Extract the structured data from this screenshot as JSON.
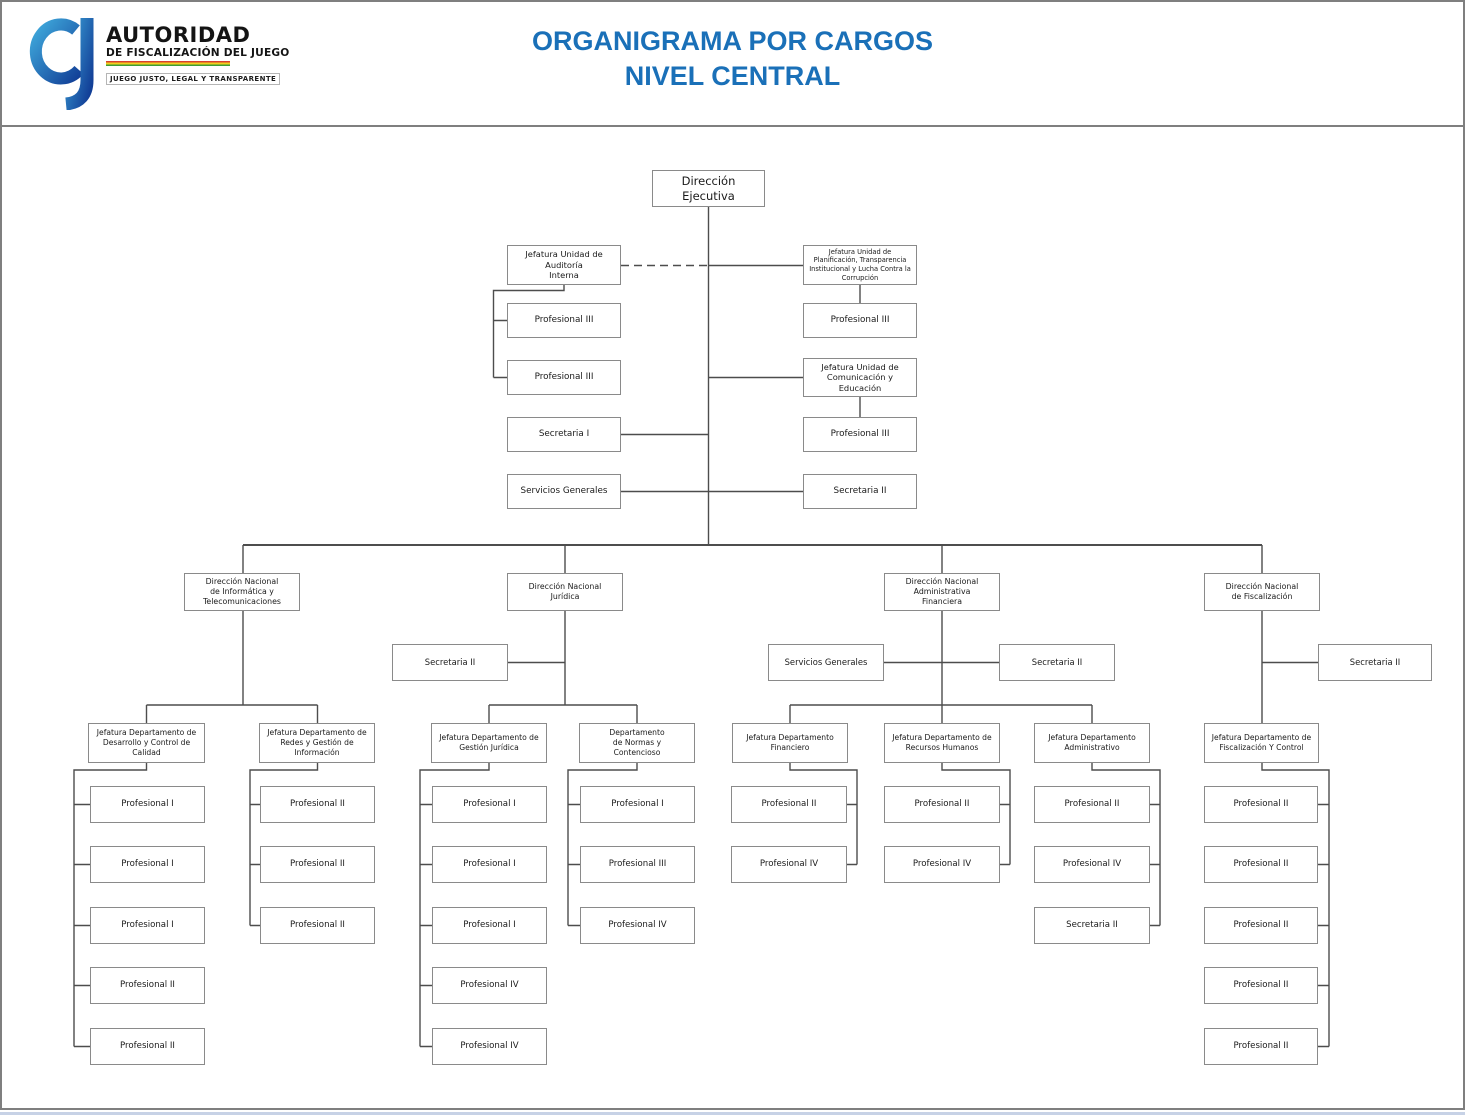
{
  "header": {
    "logo": {
      "monogram": "AJ",
      "name_line1": "AUTORIDAD",
      "name_line2": "DE FISCALIZACIÓN DEL JUEGO",
      "tagline": "JUEGO JUSTO, LEGAL Y TRANSPARENTE"
    },
    "title": {
      "line1": "ORGANIGRAMA POR CARGOS",
      "line2": "NIVEL CENTRAL",
      "color": "#1a70b8"
    }
  },
  "org": {
    "root": {
      "label": "Dirección\nEjecutiva"
    },
    "audit": {
      "head": "Jefatura Unidad de\nAuditoría\nInterna",
      "positions": [
        "Profesional III",
        "Profesional III"
      ]
    },
    "planning": {
      "head": "Jefatura Unidad de\nPlanificación, Transparencia\nInstitucional y Lucha Contra la\nCorrupción",
      "positions": [
        "Profesional III"
      ]
    },
    "communication": {
      "head": "Jefatura Unidad de\nComunicación y\nEducación",
      "positions": [
        "Profesional III"
      ]
    },
    "exec_support": [
      "Secretaria I",
      "Servicios Generales",
      "Secretaria II"
    ],
    "directions": [
      {
        "label": "Dirección Nacional\nde Informática y\nTelecomunicaciones",
        "support": [],
        "departments": [
          {
            "head": "Jefatura Departamento de\nDesarrollo y Control de\nCalidad",
            "positions": [
              "Profesional I",
              "Profesional I",
              "Profesional I",
              "Profesional II",
              "Profesional II"
            ]
          },
          {
            "head": "Jefatura Departamento de\nRedes y Gestión de\nInformación",
            "positions": [
              "Profesional II",
              "Profesional II",
              "Profesional II"
            ]
          }
        ]
      },
      {
        "label": "Dirección Nacional\nJurídica",
        "support": [
          "Secretaria II"
        ],
        "departments": [
          {
            "head": "Jefatura Departamento de\nGestión Jurídica",
            "positions": [
              "Profesional I",
              "Profesional I",
              "Profesional I",
              "Profesional IV",
              "Profesional IV"
            ]
          },
          {
            "head": "Departamento\nde Normas y\nContencioso",
            "positions": [
              "Profesional I",
              "Profesional III",
              "Profesional IV"
            ]
          }
        ]
      },
      {
        "label": "Dirección Nacional\nAdministrativa\nFinanciera",
        "support": [
          "Servicios Generales",
          "Secretaria II"
        ],
        "departments": [
          {
            "head": "Jefatura Departamento\nFinanciero",
            "positions": [
              "Profesional II",
              "Profesional IV"
            ]
          },
          {
            "head": "Jefatura Departamento de\nRecursos Humanos",
            "positions": [
              "Profesional II",
              "Profesional IV"
            ]
          },
          {
            "head": "Jefatura Departamento\nAdministrativo",
            "positions": [
              "Profesional II",
              "Profesional IV",
              "Secretaria II"
            ]
          }
        ]
      },
      {
        "label": "Dirección Nacional\nde Fiscalización",
        "support": [
          "Secretaria II"
        ],
        "departments": [
          {
            "head": "Jefatura Departamento de\nFiscalización Y Control",
            "positions": [
              "Profesional II",
              "Profesional II",
              "Profesional II",
              "Profesional II",
              "Profesional II"
            ]
          }
        ]
      }
    ]
  }
}
